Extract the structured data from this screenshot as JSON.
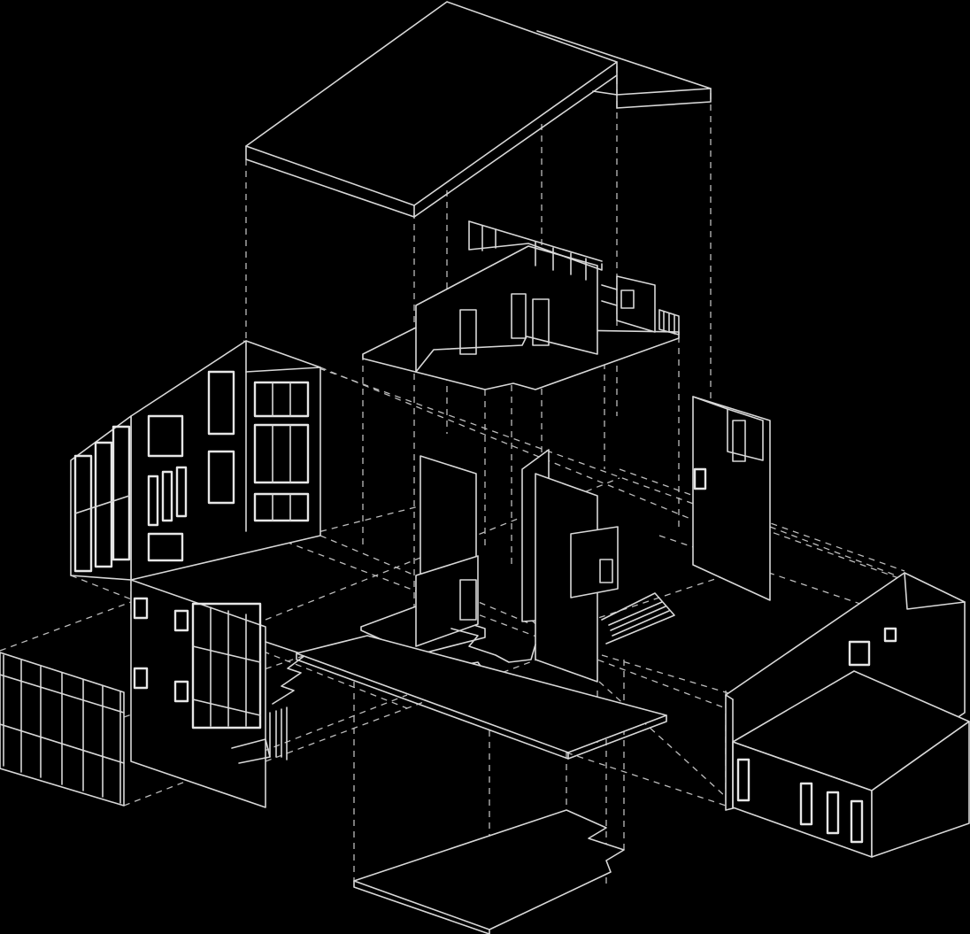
{
  "diagram": {
    "kind": "exploded-axonometric-building",
    "colors": {
      "background": "#000000",
      "line": "#d8d8d8",
      "dashed_guides": "#bdbdbd"
    },
    "components": [
      {
        "id": "roof-volume"
      },
      {
        "id": "upper-floor-room"
      },
      {
        "id": "left-gable-wing"
      },
      {
        "id": "left-glazed-screen"
      },
      {
        "id": "left-stair-module"
      },
      {
        "id": "central-core-walls"
      },
      {
        "id": "right-rear-wing"
      },
      {
        "id": "right-low-annex"
      },
      {
        "id": "central-slab"
      },
      {
        "id": "basement-base"
      }
    ]
  }
}
